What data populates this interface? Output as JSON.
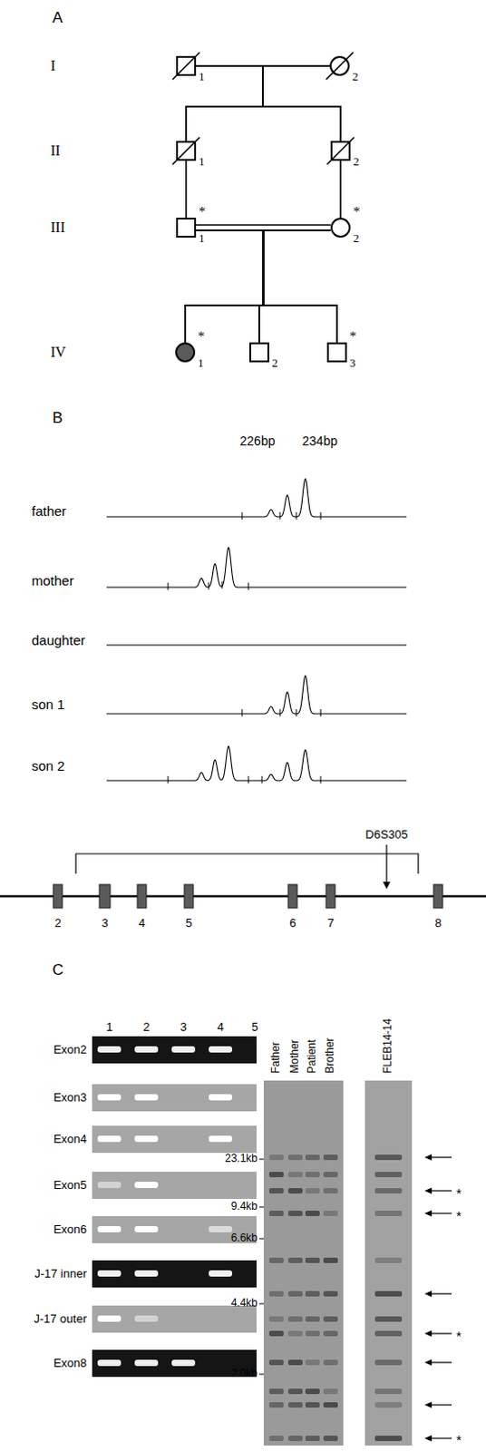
{
  "diagram": {
    "nodes": [
      {
        "text": [
          "1"
        ]
      },
      {
        "text": [
          "2"
        ]
      },
      {
        "text": [
          "1"
        ]
      },
      {
        "text": [
          "2"
        ]
      },
      {
        "text": [
          "*",
          "1"
        ]
      },
      {
        "text": [
          "*",
          "2"
        ]
      },
      {
        "text": [
          "*",
          "1"
        ]
      },
      {
        "text": [
          "2"
        ]
      },
      {
        "text": [
          "*",
          "3"
        ]
      }
    ],
    "edges": [
      {
        "from": 0,
        "to": 1,
        "arrow": "none"
      },
      {
        "from": 0,
        "to": 2,
        "arrow": "none"
      },
      {
        "from": 1,
        "to": 2,
        "arrow": "none"
      },
      {
        "from": 0,
        "to": 3,
        "arrow": "none"
      },
      {
        "from": 1,
        "to": 3,
        "arrow": "none"
      },
      {
        "from": 2,
        "to": 4,
        "arrow": "none"
      },
      {
        "from": 3,
        "to": 5,
        "arrow": "none"
      },
      {
        "from": 4,
        "to": 5,
        "arrow": "none"
      },
      {
        "from": 4,
        "to": 6,
        "arrow": "none"
      },
      {
        "from": 5,
        "to": 6,
        "arrow": "none"
      },
      {
        "from": 4,
        "to": 7,
        "arrow": "none"
      },
      {
        "from": 5,
        "to": 7,
        "arrow": "none"
      },
      {
        "from": 4,
        "to": 8,
        "arrow": "none"
      },
      {
        "from": 5,
        "to": 8,
        "arrow": "none"
      }
    ],
    "labels": [
      "A",
      "I",
      "II",
      "III",
      "IV",
      "B",
      "226bp",
      "234bp",
      "father",
      "mother",
      "daughter",
      "son 1",
      "son 2",
      "D6S305",
      "2",
      "3",
      "4",
      "5",
      "6",
      "7",
      "8",
      "C",
      "1",
      "2",
      "3",
      "4",
      "5",
      "Exon2",
      "Exon3",
      "Exon4",
      "Exon5",
      "Exon6",
      "J-17 inner",
      "J-17 outer",
      "Exon8",
      "Father",
      "Mother",
      "Patient",
      "Brother",
      "FLEB14-14",
      "23.1kb",
      "9.4kb",
      "6.6kb",
      "4.4kb",
      "2.0kb",
      "*",
      "*",
      "*",
      "*"
    ]
  }
}
